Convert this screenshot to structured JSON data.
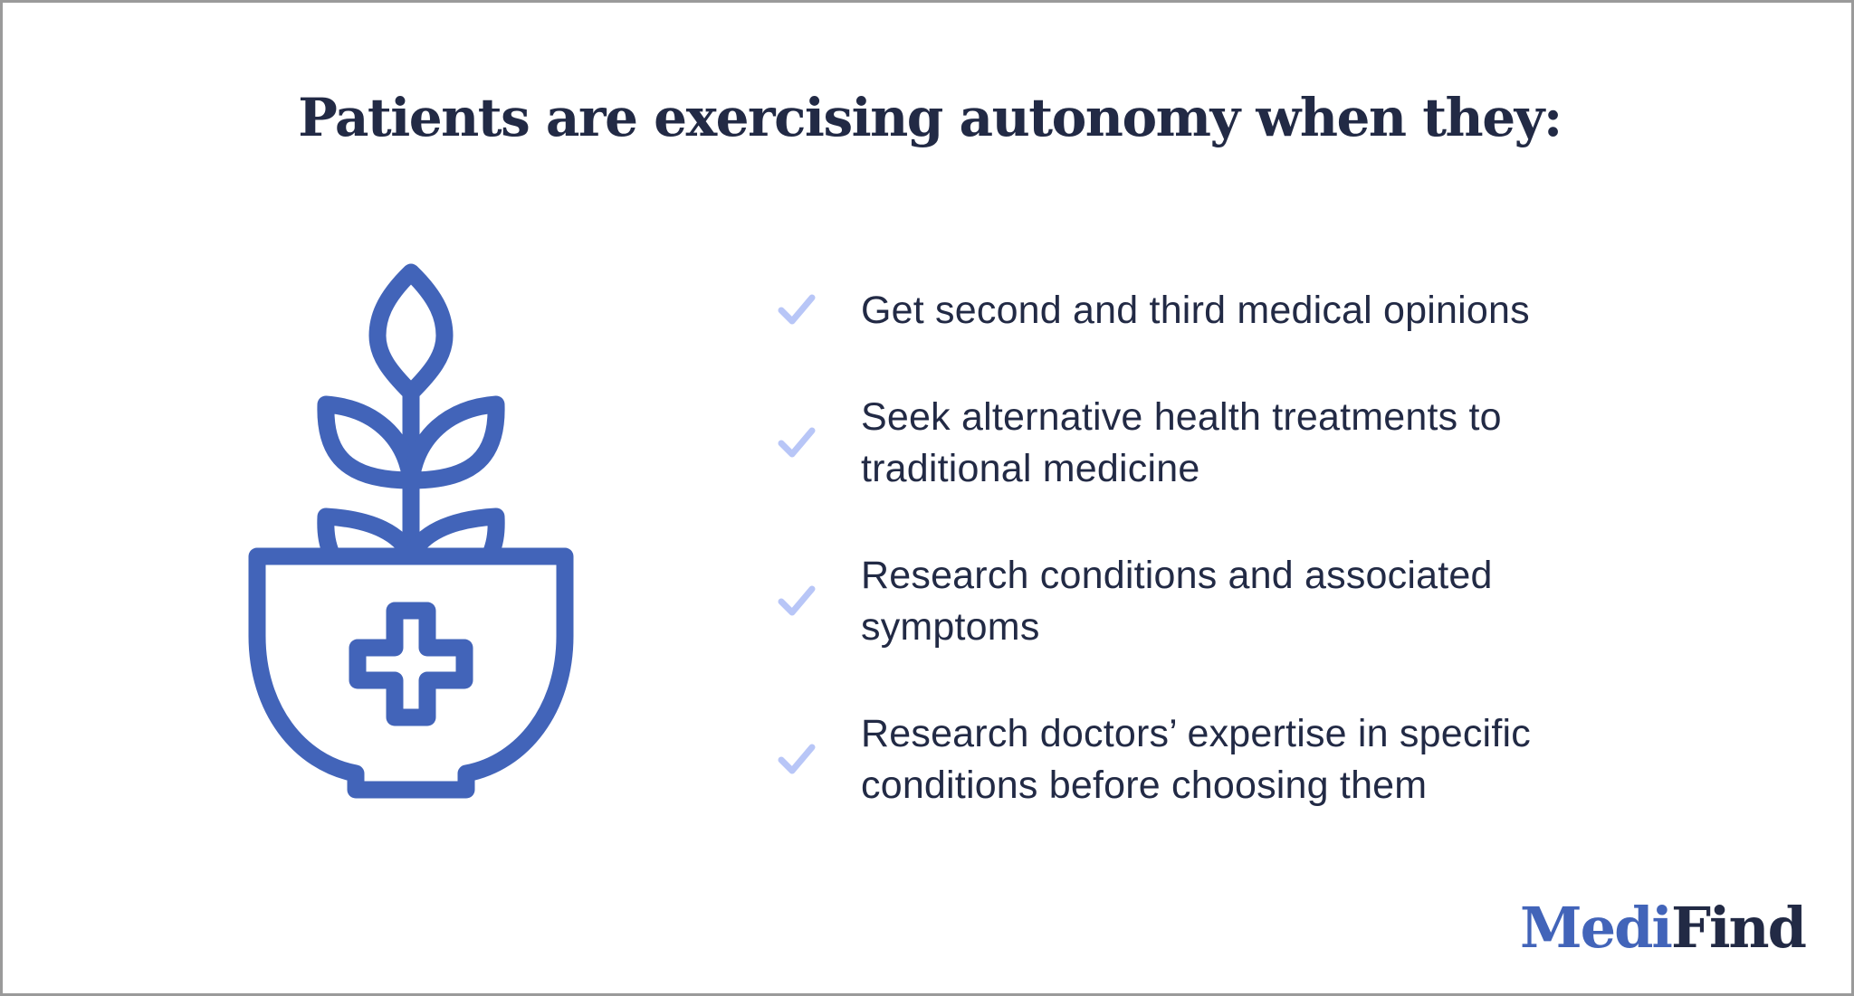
{
  "title": "Patients are exercising autonomy when they:",
  "illustration": {
    "icon": "plant-in-medical-bowl-icon",
    "color": "#4264b9"
  },
  "list": {
    "check_icon": "checkmark-icon",
    "check_color": "#b8c6f7",
    "text_color": "#222a45",
    "items": [
      {
        "text": "Get second and third medical opinions"
      },
      {
        "text": "Seek alternative health treatments to traditional medicine"
      },
      {
        "text": "Research conditions and associated symptoms"
      },
      {
        "text": "Research doctors’ expertise in specific conditions before choosing them"
      }
    ]
  },
  "logo": {
    "part1": "Medi",
    "part2": "Find",
    "part1_color": "#4264b9",
    "part2_color": "#222a45"
  }
}
